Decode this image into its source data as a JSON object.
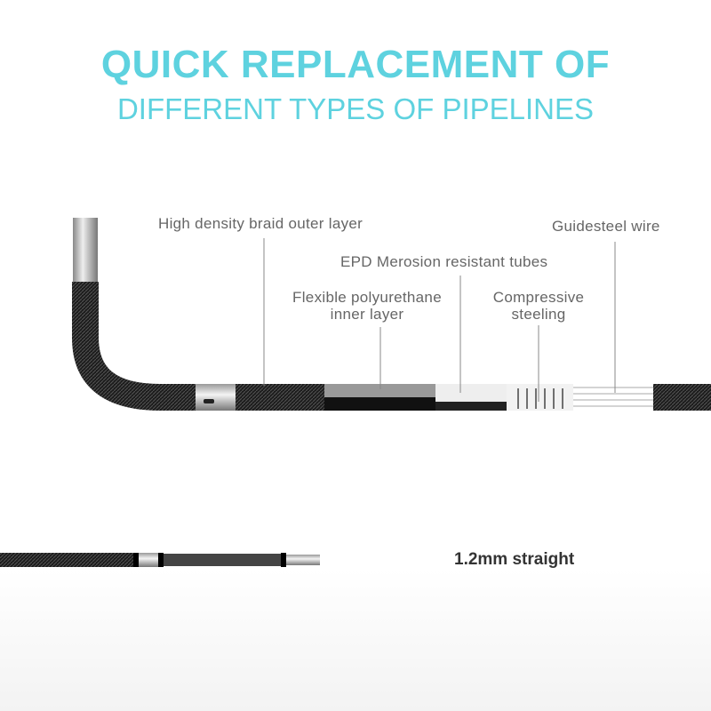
{
  "title": {
    "line1": "QUICK REPLACEMENT OF",
    "line2": "DIFFERENT TYPES OF PIPELINES"
  },
  "labels": {
    "braid": "High density braid outer layer",
    "guidewire": "Guidesteel  wire",
    "epd": "EPD  Merosion  resistant  tubes",
    "flex_1": "Flexible polyurethane",
    "flex_2": "inner layer",
    "comp_1": "Compressive",
    "comp_2": "steeling",
    "straight": "1.2mm straight"
  },
  "colors": {
    "title": "#5ed2df",
    "label": "#666666"
  }
}
